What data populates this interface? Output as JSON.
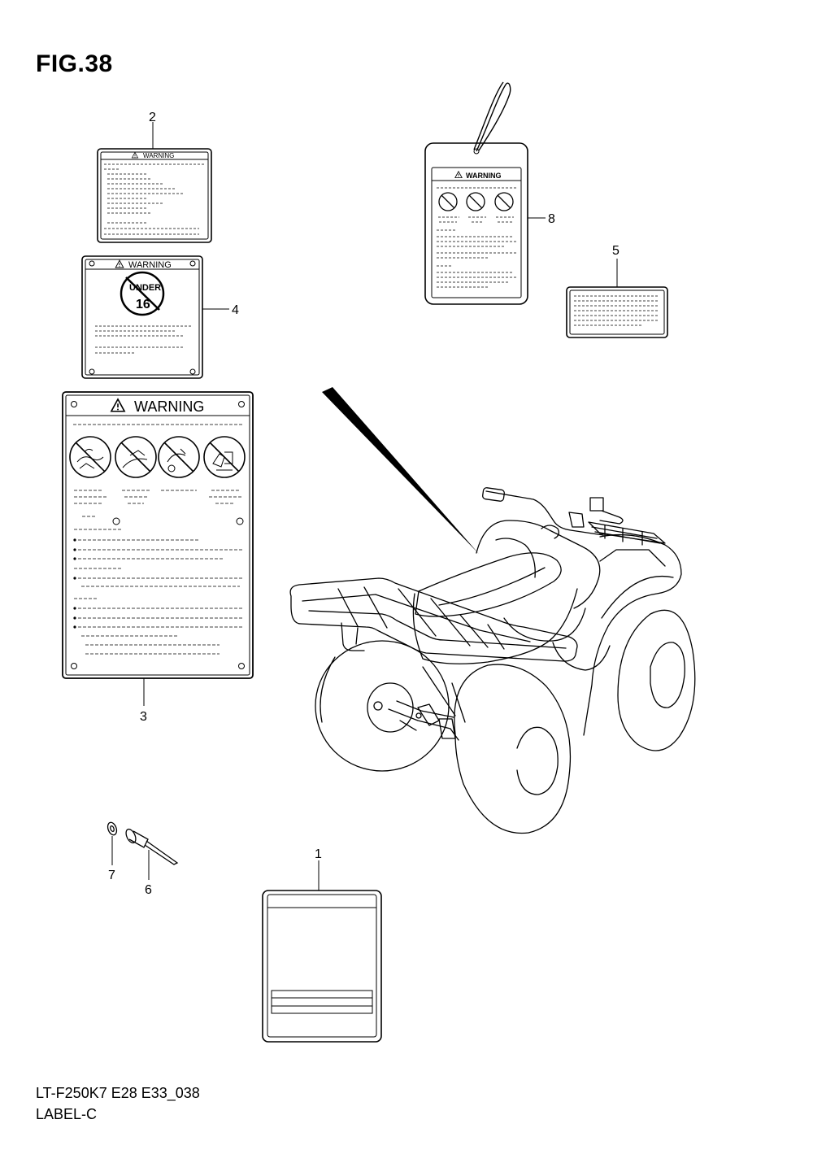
{
  "figure": {
    "title": "FIG.38",
    "code": "LT-F250K7 E28 E33_038",
    "name": "LABEL-C"
  },
  "callouts": [
    "1",
    "2",
    "3",
    "4",
    "5",
    "6",
    "7",
    "8"
  ],
  "labels": {
    "warning": "WARNING",
    "under_line1": "UNDER",
    "under_line2": "16"
  }
}
